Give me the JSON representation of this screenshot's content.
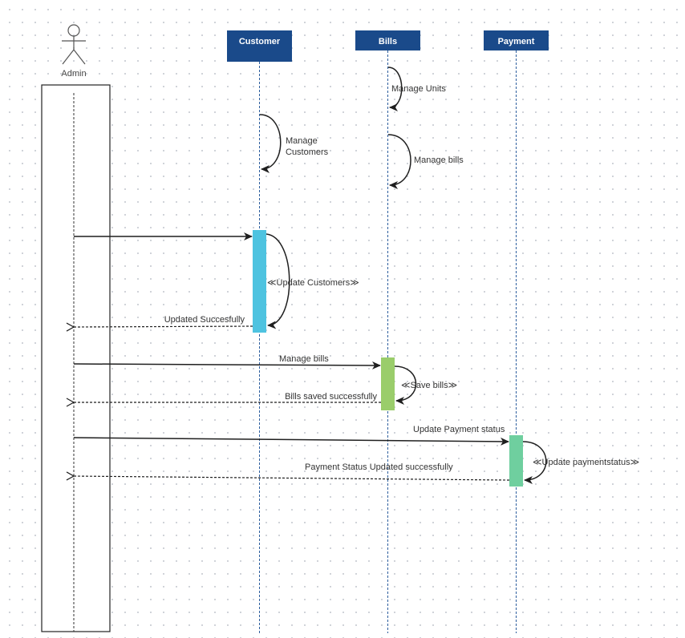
{
  "actor": {
    "label": "Admin"
  },
  "lifelines": {
    "customer": {
      "label": "Customer"
    },
    "bills": {
      "label": "Bills"
    },
    "payment": {
      "label": "Payment"
    }
  },
  "messages": {
    "manage_units": "Manage Units",
    "manage_customers_1": "Manage",
    "manage_customers_2": "Customers",
    "manage_bills_self": "Manage bills",
    "update_customers": "≪Update Customers≫",
    "updated_successfully": "Updated Succesfully",
    "manage_bills": "Manage bills",
    "save_bills": "≪Save bills≫",
    "bills_saved": "Bills saved successfully",
    "update_payment_status": "Update Payment status",
    "update_paymentstatus": "≪Update paymentstatus≫",
    "payment_status_updated": "Payment Status Updated successfully"
  },
  "colors": {
    "header_fill": "#1a4a8a",
    "lifeline": "#2d5e9e",
    "activation_customer": "#4ec3e0",
    "activation_bills": "#9acd6b",
    "activation_payment": "#6fcf9f",
    "arrow": "#1f1f1f"
  }
}
